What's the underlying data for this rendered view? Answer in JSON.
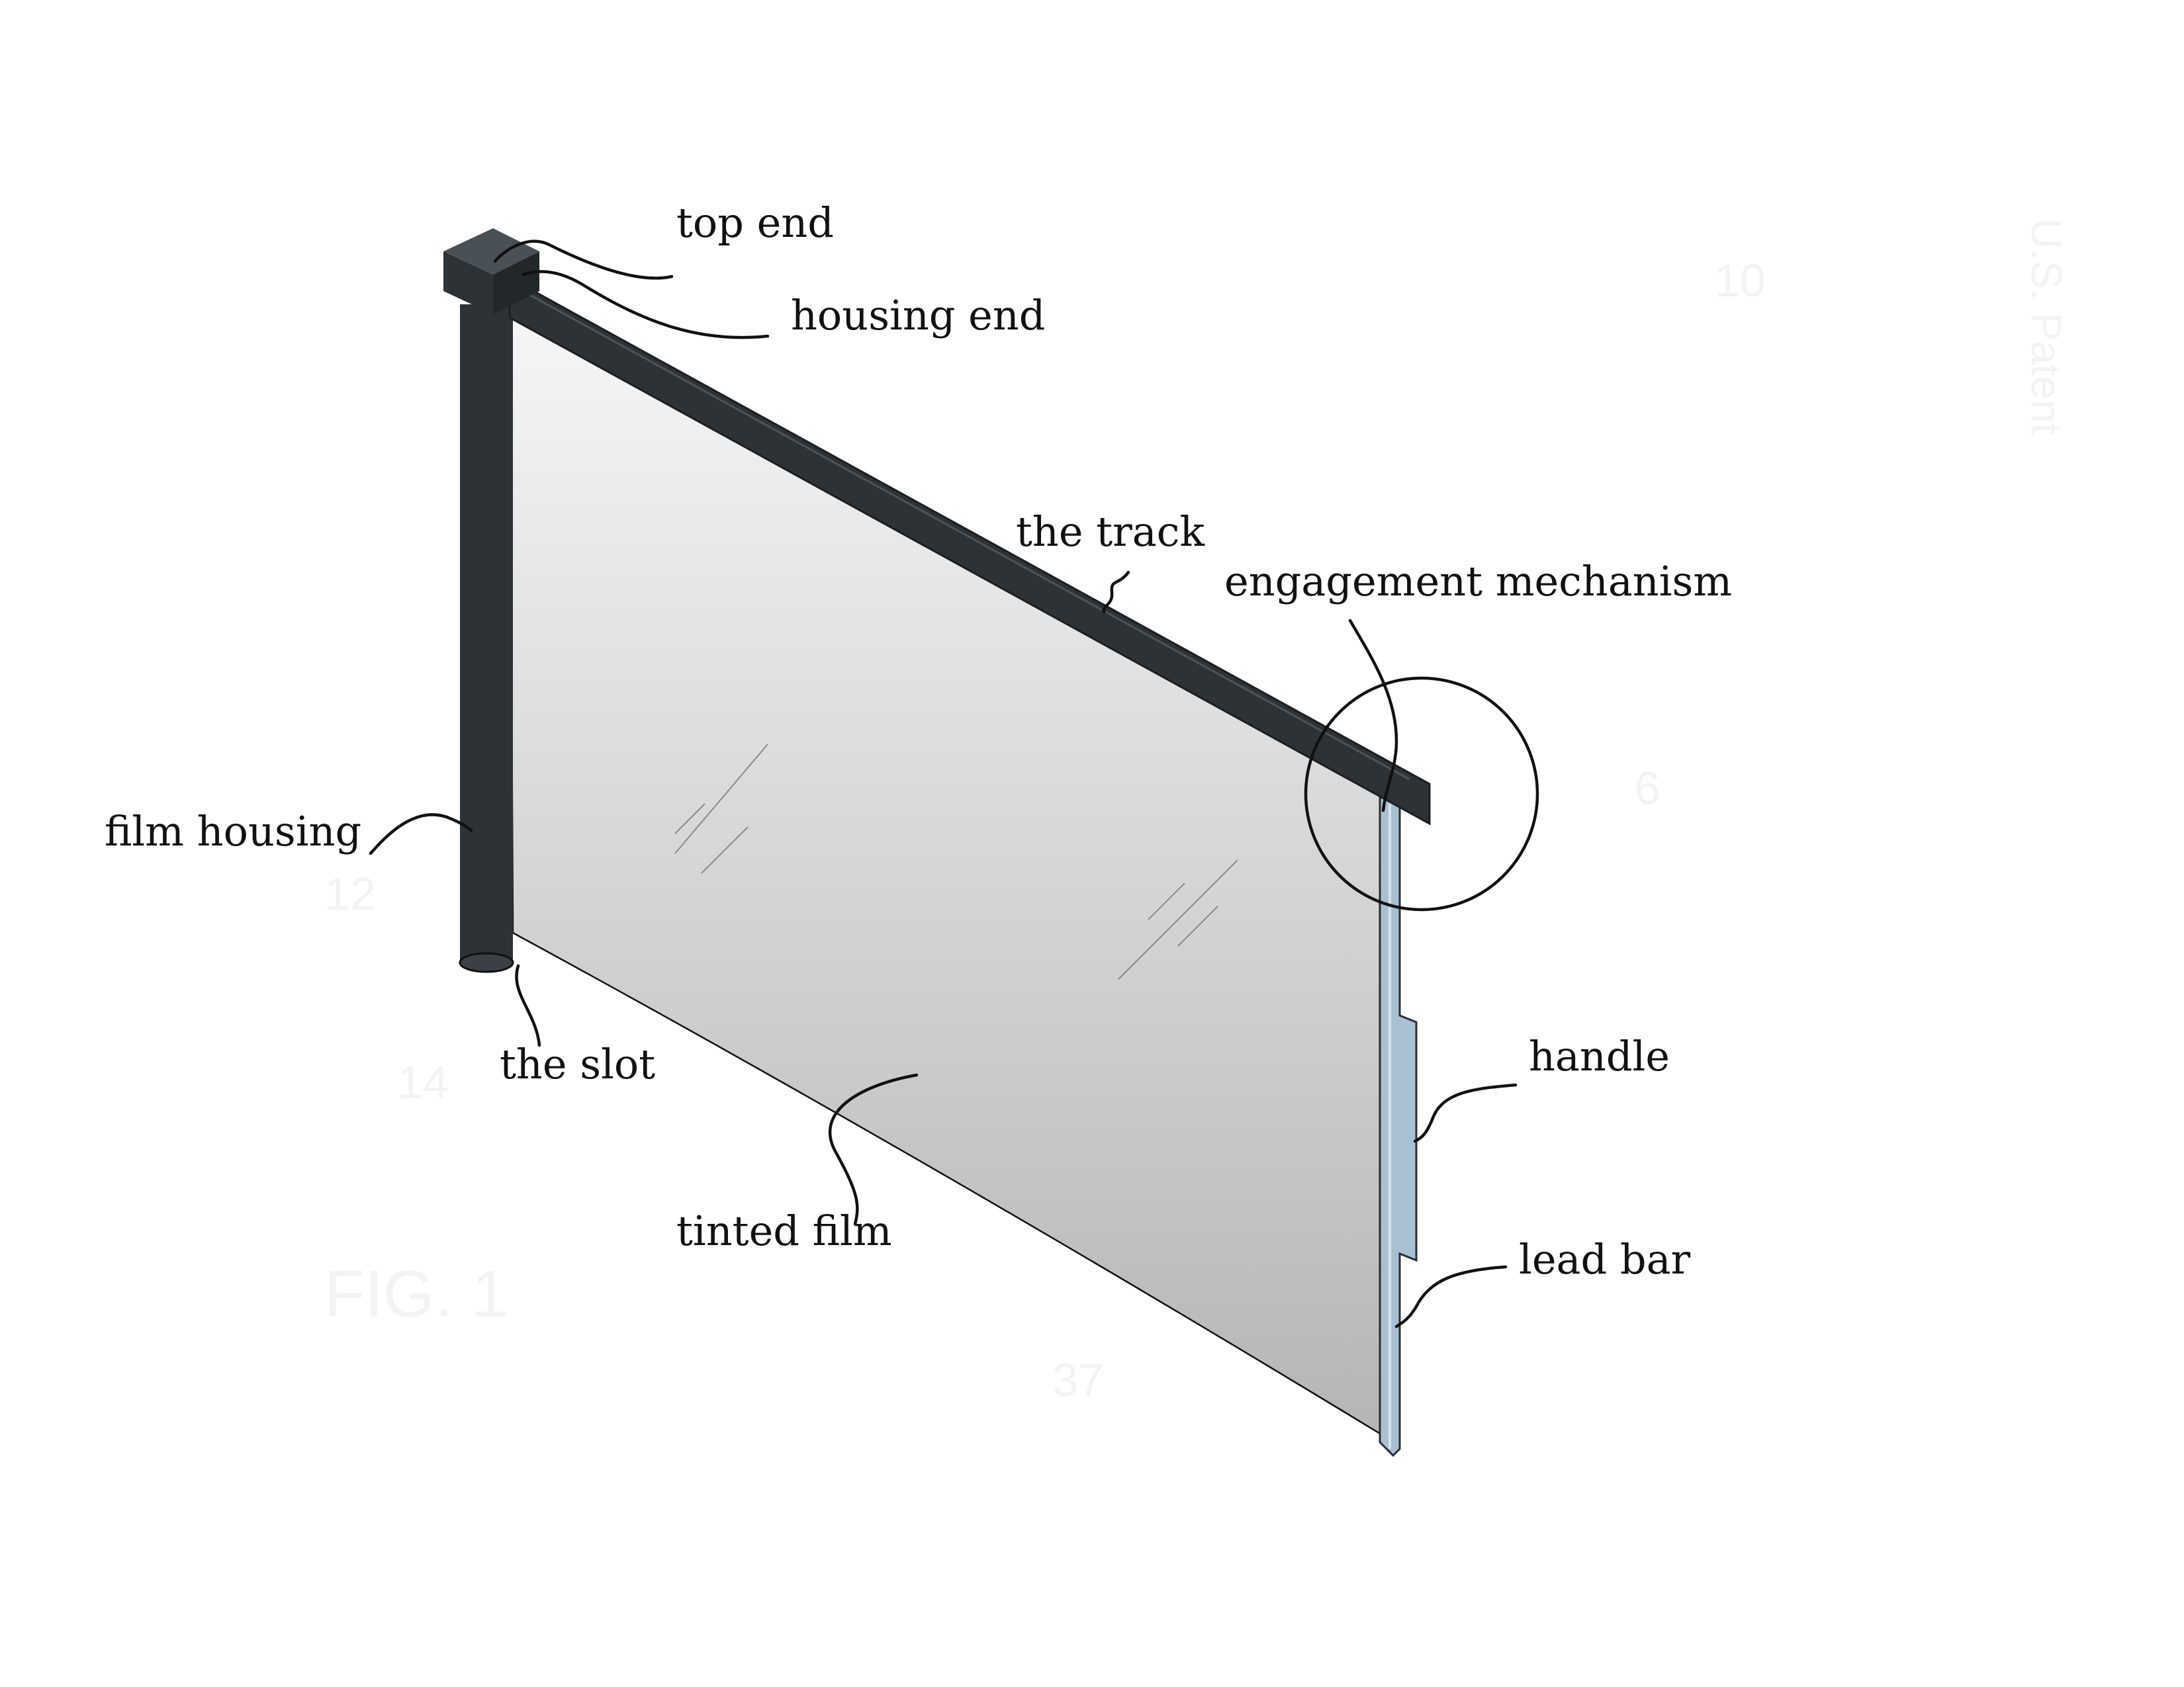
{
  "labels": {
    "top_end": "top end",
    "housing_end": "housing end",
    "the_track": "the track",
    "engagement_mechanism": "engagement mechanism",
    "film_housing": "film housing",
    "the_slot": "the slot",
    "handle": "handle",
    "tinted_film": "tinted film",
    "lead_bar": "lead bar"
  },
  "faded_marks": {
    "figure_caption": "FIG. 1",
    "ref_10": "10",
    "ref_12": "12",
    "ref_14": "14",
    "ref_6": "6",
    "ref_37": "37",
    "header_patent": "U.S. Patent"
  },
  "colors": {
    "housing": "#2d3236",
    "film_top": "#f4f4f4",
    "film_bottom": "#b7b7b7",
    "lead_bar": "#a9bfd2",
    "ink": "#111111"
  }
}
